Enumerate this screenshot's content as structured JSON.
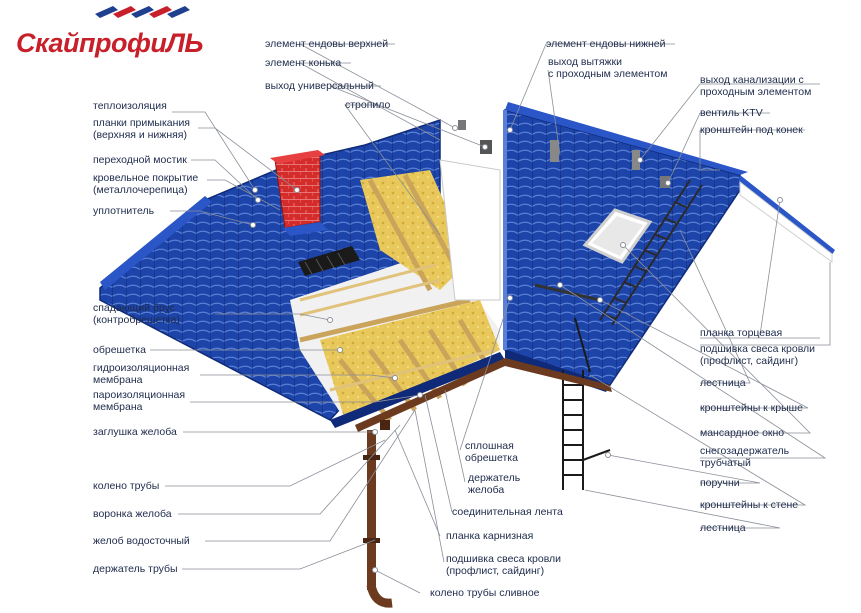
{
  "logo": {
    "text": "СкайпрофиЛЬ",
    "color": "#c8202a",
    "stripes_color": "#1f3f8f"
  },
  "colors": {
    "roof": "#1d44a8",
    "roof_dark": "#0f2a78",
    "chimney": "#d42b2b",
    "insulation": "#e8c85a",
    "wood": "#d8b870",
    "gutter": "#6b3a1f",
    "leader": "#8a8f99",
    "text": "#1e2b4c"
  },
  "labels_left": [
    "теплоизоляция",
    "планки примыкания\n(верхняя и нижняя)",
    "переходной мостик",
    "кровельное покрытие\n(металлочерепица)",
    "уплотнитель",
    "спадающий брус\n(контробрешетка)",
    "обрешетка",
    "гидроизоляционная\nмембрана",
    "пароизоляционная\nмембрана",
    "заглушка желоба",
    "колено трубы",
    "воронка желоба",
    "желоб водосточный",
    "держатель трубы"
  ],
  "labels_top": [
    "элемент ендовы верхней",
    "элемент конька",
    "выход универсальный",
    "стропило"
  ],
  "labels_center": [
    "сплошная\nобрешетка",
    "держатель\nжелоба",
    "соединительная лента",
    "планка карнизная",
    "подшивка свеса кровли\n(профлист, сайдинг)",
    "колено трубы сливное"
  ],
  "labels_right": [
    "элемент ендовы нижней",
    "выход вытяжки\nс проходным элементом",
    "выход канализации с\nпроходным элементом",
    "вентиль KTV",
    "кронштейн под конек",
    "планка торцевая",
    "подшивка свеса кровли\n(профлист, сайдинг)",
    "лестница",
    "кронштейны к крыше",
    "мансардное окно",
    "снегозадержатель\nтрубчатый",
    "поручни",
    "кронштейны к стене",
    "лестница"
  ]
}
